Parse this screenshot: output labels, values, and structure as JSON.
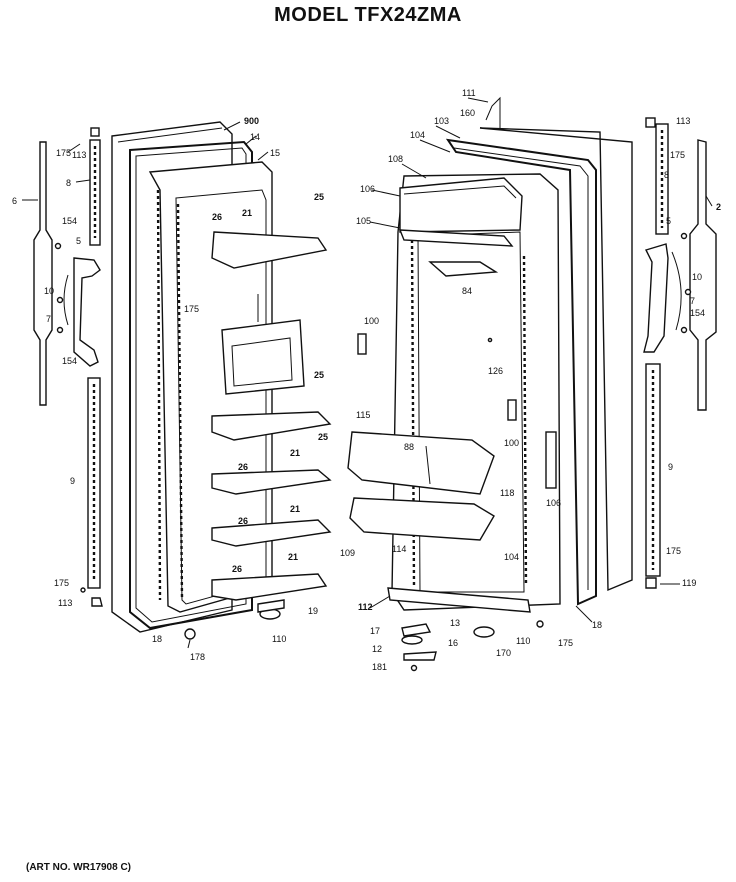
{
  "title": "MODEL TFX24ZMA",
  "art_number": "(ART NO. WR17908 C)",
  "callouts": {
    "c6_left": "6",
    "c175_tl": "175",
    "c113_tl": "113",
    "c8_left": "8",
    "c154_l1": "154",
    "c5_left": "5",
    "c10_left": "10",
    "c7_left": "7",
    "c154_l2": "154",
    "c9_left": "9",
    "c175_bl": "175",
    "c113_bl": "113",
    "c900": "900",
    "c14": "14",
    "c15": "15",
    "c26_a": "26",
    "c21_a": "21",
    "c25_a": "25",
    "c175_mid": "175",
    "c25_b": "25",
    "c25_c": "25",
    "c26_b": "26",
    "c21_b": "21",
    "c26_c": "26",
    "c21_c": "21",
    "c26_d": "26",
    "c21_d": "21",
    "c19_a": "19",
    "c18_a": "18",
    "c110_a": "110",
    "c178": "178",
    "c111": "111",
    "c160": "160",
    "c103": "103",
    "c104": "104",
    "c108": "108",
    "c106": "106",
    "c105": "105",
    "c84": "84",
    "c100_a": "100",
    "c126": "126",
    "c115": "115",
    "c88": "88",
    "c100_b": "100",
    "c118": "118",
    "c109": "109",
    "c114": "114",
    "c106_b": "106",
    "c104_b": "104",
    "c112": "112",
    "c13": "13",
    "c17": "17",
    "c16": "16",
    "c12": "12",
    "c181": "181",
    "c170": "170",
    "c110_b": "110",
    "c175_b": "175",
    "c18_b": "18",
    "c113_tr": "113",
    "c175_tr": "175",
    "c8_right": "8",
    "c2_right": "2",
    "c5_right": "5",
    "c10_right": "10",
    "c7_right": "7",
    "c154_r": "154",
    "c9_right": "9",
    "c175_br": "175",
    "c119_br": "119"
  }
}
